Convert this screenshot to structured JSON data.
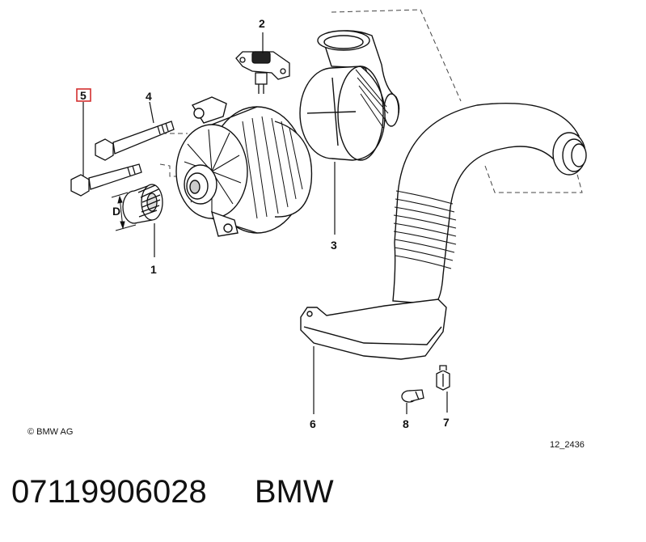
{
  "callouts": {
    "c1": "1",
    "c2": "2",
    "c3": "3",
    "c4": "4",
    "c5": "5",
    "c6": "6",
    "c7": "7",
    "c8": "8",
    "dimension": "D"
  },
  "copyright": "© BMW AG",
  "diagram_code": "12_2436",
  "part_number": "07119906028",
  "brand": "BMW",
  "colors": {
    "highlight": "#d32f2f",
    "line": "#111111"
  }
}
